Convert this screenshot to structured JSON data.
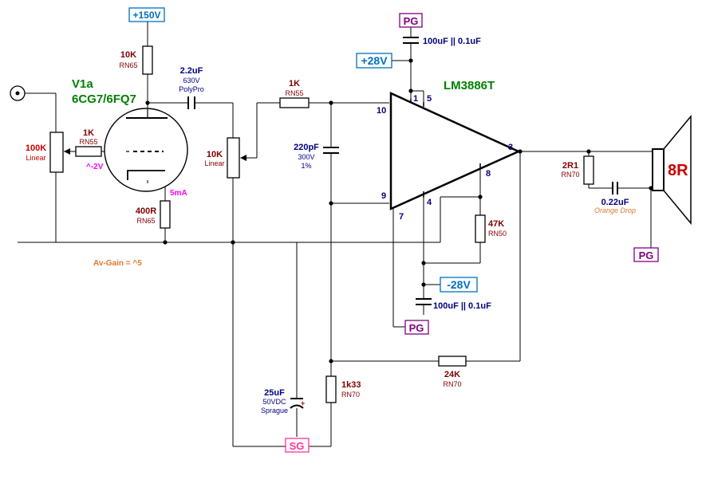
{
  "colors": {
    "resistor_value": "#800000",
    "cap_value": "#000080",
    "title_green": "#008000",
    "rail_blue": "#0070c0",
    "label_purple": "#800080",
    "sg_pink": "#ff3399",
    "magenta": "#ff00ff",
    "gain_orange": "#e07830",
    "red": "#cc0000",
    "pin_blue": "#000080"
  },
  "rails": {
    "plus150": "+150V",
    "plus28": "+28V",
    "minus28": "-28V"
  },
  "grounds": {
    "pg": "PG",
    "sg": "SG"
  },
  "tube": {
    "name": "V1a",
    "type": "6CG7/6FQ7",
    "grid_voltage": "^-2V",
    "cathode_current": "5mA"
  },
  "ic": {
    "name": "LM3886T",
    "pins": [
      "1",
      "5",
      "10",
      "9",
      "7",
      "4",
      "8",
      "3"
    ]
  },
  "gain_note": "Av-Gain = ^5",
  "speaker": {
    "label": "8R"
  },
  "components": {
    "r_plate": {
      "value": "10K",
      "type": "RN65"
    },
    "c_coupling": {
      "value": "2.2uF",
      "rating": "630V",
      "type": "PolyPro"
    },
    "r_grid": {
      "value": "1K",
      "type": "RN55"
    },
    "pot_input": {
      "value": "100K",
      "taper": "Linear"
    },
    "r_cathode": {
      "value": "400R",
      "type": "RN65"
    },
    "pot_volume": {
      "value": "10K",
      "taper": "Linear"
    },
    "r_input": {
      "value": "1K",
      "type": "RN55"
    },
    "c_input": {
      "value": "220pF",
      "rating": "300V",
      "tolerance": "1%"
    },
    "c_supply_top": {
      "value": "100uF || 0.1uF"
    },
    "c_supply_bottom": {
      "value": "100uF || 0.1uF"
    },
    "r_mute": {
      "value": "47K",
      "type": "RN50"
    },
    "r_zobel": {
      "value": "2R1",
      "type": "RN70"
    },
    "c_zobel": {
      "value": "0.22uF",
      "type": "Orange Drop"
    },
    "r_feedback": {
      "value": "24K",
      "type": "RN70"
    },
    "r_ground": {
      "value": "1k33",
      "type": "RN70"
    },
    "c_ground": {
      "value": "25uF",
      "rating": "50VDC",
      "type": "Sprague"
    }
  }
}
